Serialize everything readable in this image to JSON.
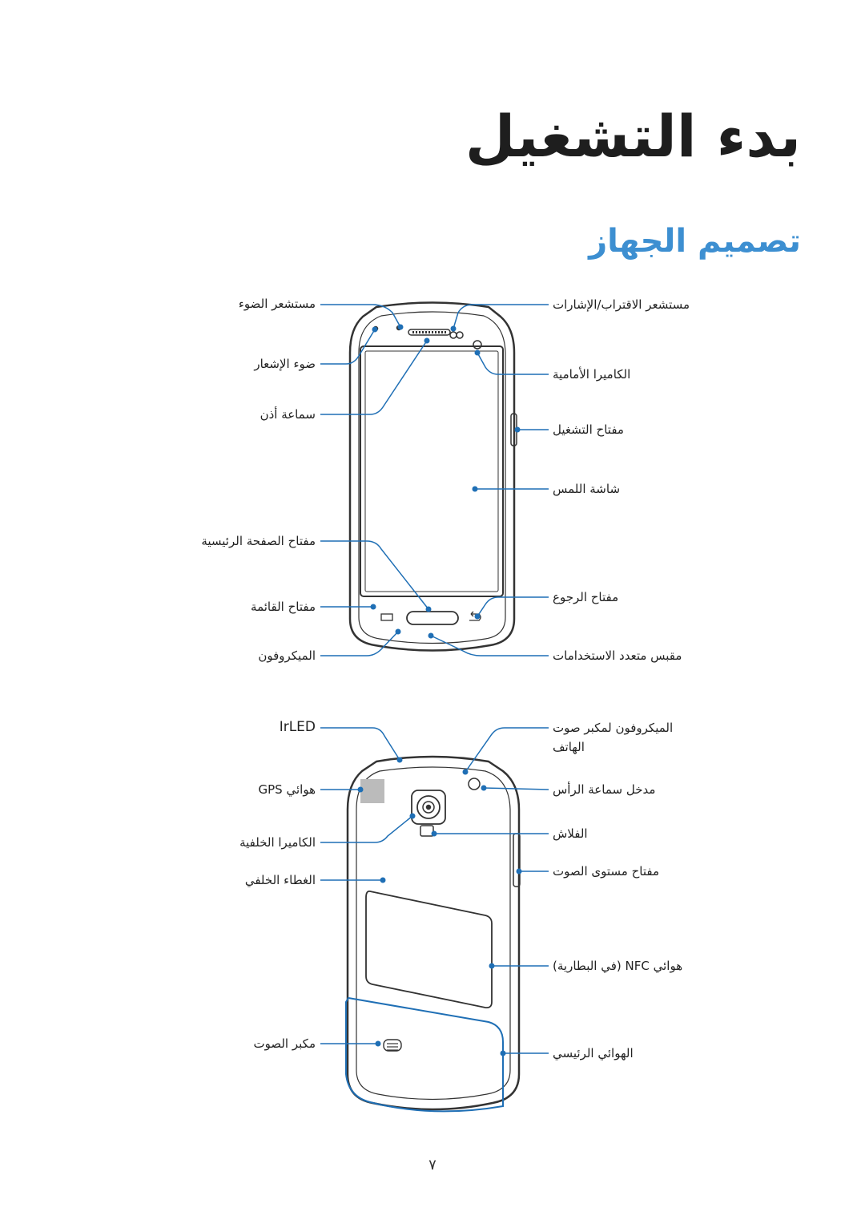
{
  "title": "بدء التشغيل",
  "subtitle": "تصميم الجهاز",
  "front_labels": {
    "proximity_sensor": "مستشعر الضوء",
    "notification_light": "ضوء الإشعار",
    "earpiece": "سماعة أذن",
    "home_key": "مفتاح الصفحة الرئيسية",
    "menu_key": "مفتاح القائمة",
    "microphone": "الميكروفون",
    "gesture_sensor": "مستشعر الاقتراب/الإشارات",
    "front_camera": "الكاميرا الأمامية",
    "power_key": "مفتاح التشغيل",
    "touch_screen": "شاشة اللمس",
    "back_key": "مفتاح الرجوع",
    "multipurpose_jack": "مقبس متعدد الاستخدامات"
  },
  "back_labels": {
    "irled": "IrLED",
    "gps_antenna": "هوائي GPS",
    "rear_camera": "الكاميرا الخلفية",
    "back_cover": "الغطاء الخلفي",
    "speaker": "مكبر الصوت",
    "speakerphone_mic_line1": "الميكروفون لمكبر صوت",
    "speakerphone_mic_line2": "الهاتف",
    "headset_jack": "مدخل سماعة الرأس",
    "flash": "الفلاش",
    "volume_key": "مفتاح مستوى الصوت",
    "nfc_antenna": "هوائي NFC (في البطارية)",
    "main_antenna": "الهوائي الرئيسي"
  },
  "page_number": "٧",
  "colors": {
    "accent": "#3d8fd1",
    "callout": "#1f6fb5",
    "device": "#333333"
  }
}
